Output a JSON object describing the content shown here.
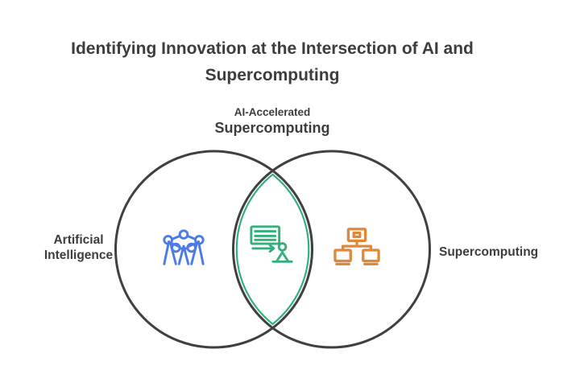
{
  "title": {
    "line1": "Identifying Innovation at the Intersection of AI and",
    "line2": "Supercomputing"
  },
  "venn": {
    "intersection_caption": {
      "line1": "AI-Accelerated",
      "line2": "Supercomputing"
    },
    "left_circle": {
      "label": [
        "Artificial",
        "Intelligence"
      ],
      "icon": "neural-network-icon",
      "icon_color": "#4A7BE8"
    },
    "right_circle": {
      "label": "Supercomputing",
      "icon": "computer-network-icon",
      "icon_color": "#E0883A"
    },
    "intersection": {
      "icon": "ai-server-user-icon",
      "icon_color": "#35B07C",
      "outline_color": "#35B07C"
    },
    "circle_outline_color": "#404040",
    "text_color": "#3D3D3D",
    "background_color": "#FFFFFF"
  }
}
